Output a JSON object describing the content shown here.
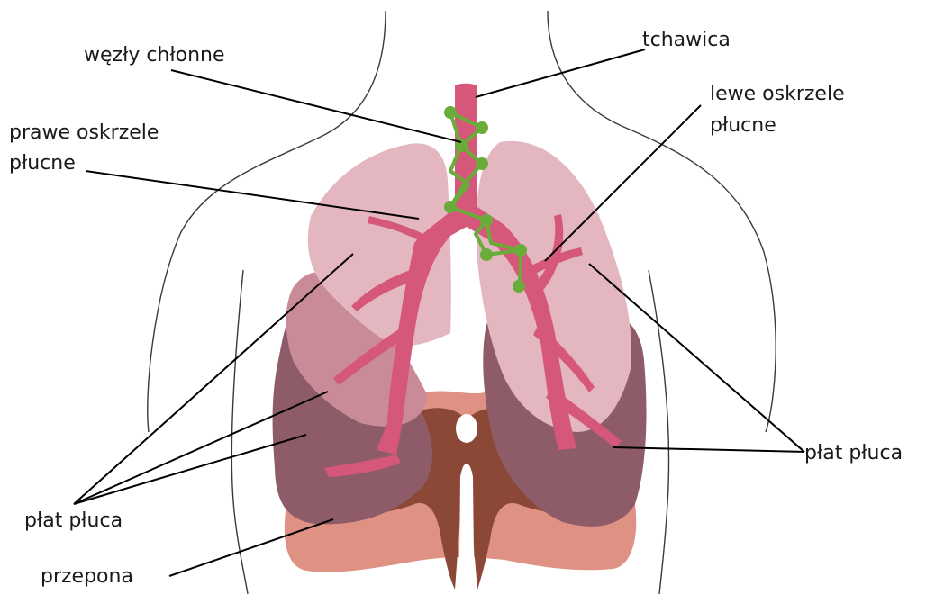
{
  "labels": {
    "lymph_nodes": "węzły chłonne",
    "trachea": "tchawica",
    "right_bronchus_line1": "prawe oskrzele",
    "right_bronchus_line2": "płucne",
    "left_bronchus_line1": "lewe oskrzele",
    "left_bronchus_line2": "płucne",
    "lobe_left_side": "płat płuca",
    "lobe_right_side": "płat płuca",
    "diaphragm": "przepona"
  },
  "colors": {
    "upper_lobe": "#e4b6bf",
    "lower_lobe": "#8e5c68",
    "middle_lobe": "#c98b98",
    "bronchi": "#d5587a",
    "lymph": "#6aac3a",
    "diaphragm_outer": "#df9283",
    "diaphragm_inner": "#8c4836",
    "diaphragm_ring": "#f4cdc2"
  }
}
